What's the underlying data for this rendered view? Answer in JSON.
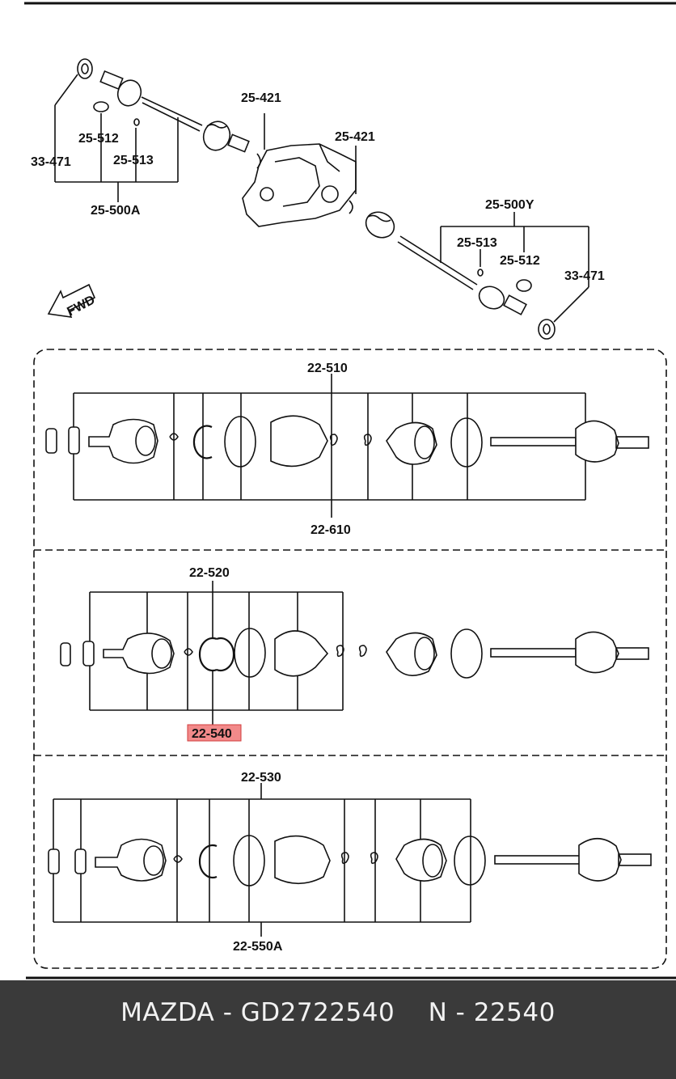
{
  "diagram": {
    "direction_label": "FWD",
    "top_labels": {
      "left_nut": "33-471",
      "left_clamp_large": "25-512",
      "left_clamp_small": "25-513",
      "left_assembly": "25-500A",
      "left_clip": "25-421",
      "right_clip": "25-421",
      "right_assembly": "25-500Y",
      "right_clamp_small": "25-513",
      "right_clamp_large": "25-512",
      "right_nut": "33-471"
    },
    "panel1": {
      "top_label": "22-510",
      "bottom_label": "22-610"
    },
    "panel2": {
      "top_label": "22-520",
      "highlighted_label": "22-540"
    },
    "panel3": {
      "top_label": "22-530",
      "bottom_label": "22-550A"
    },
    "highlight_color": "#f28a8a"
  },
  "footer": {
    "text": "MAZDA - GD2722540    N - 22540"
  }
}
